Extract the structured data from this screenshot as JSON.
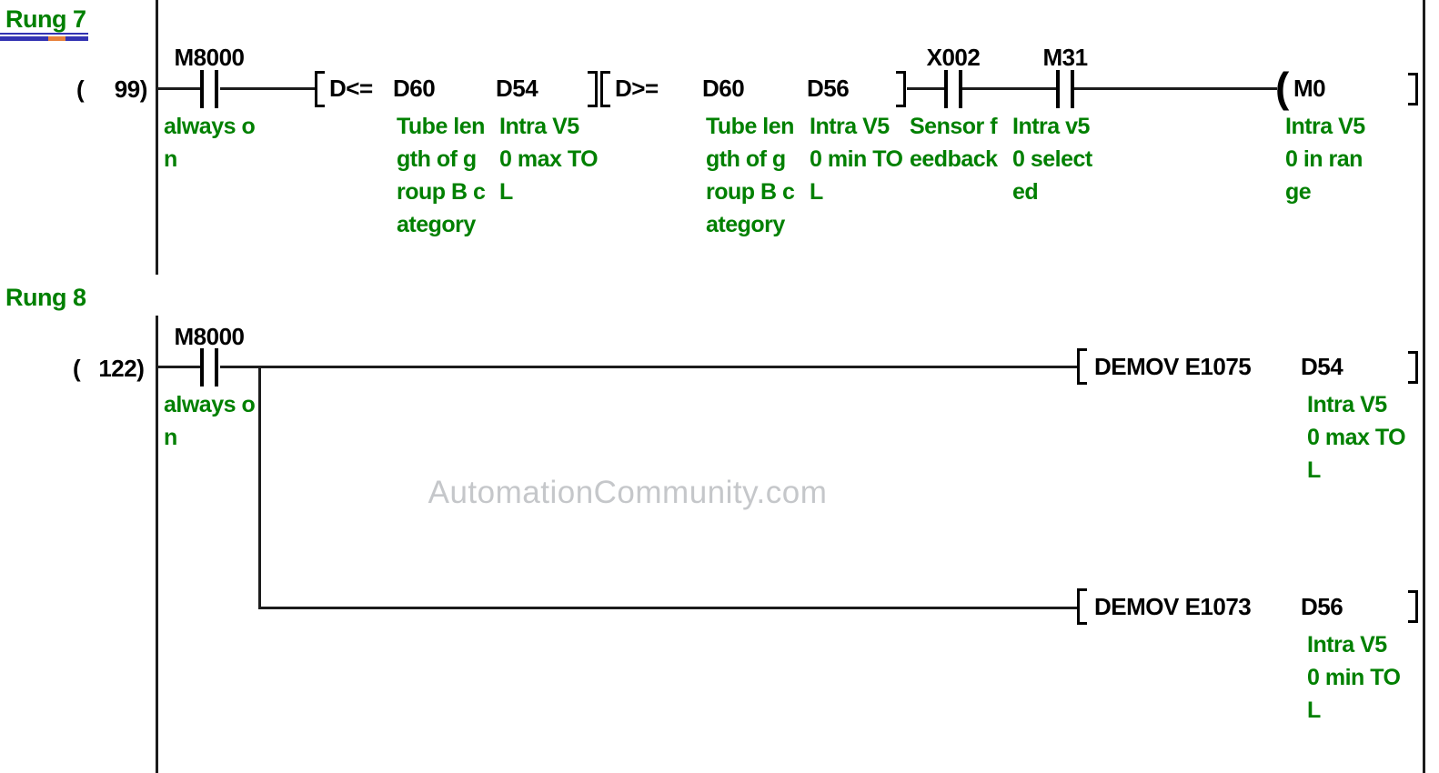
{
  "meta": {
    "watermark": "AutomationCommunity.com"
  },
  "colors": {
    "wire": "#1c1c1c",
    "device_text": "#000000",
    "comment_text": "#008000",
    "rung_label_green": "#008000",
    "link_underline_blue": "#3333b3",
    "underline_mark_orange": "#e8823c",
    "watermark_gray": "#c5c7ca",
    "background": "#ffffff"
  },
  "rung7": {
    "label": "Rung 7",
    "step_number": "(     99)",
    "contacts": [
      {
        "device": "M8000",
        "comment": "always o\nn"
      },
      {
        "device": "X002",
        "comment": "Sensor f\needback"
      },
      {
        "device": "M31",
        "comment": "Intra v5\n0 select\ned"
      }
    ],
    "compare_blocks": [
      {
        "op": "D<=",
        "operand1": "D60",
        "operand1_comment": "Tube len\ngth of g\nroup B c\nategory",
        "operand2": "D54",
        "operand2_comment": "Intra V5\n0 max TO\nL"
      },
      {
        "op": "D>=",
        "operand1": "D60",
        "operand1_comment": "Tube len\ngth of g\nroup B c\nategory",
        "operand2": "D56",
        "operand2_comment": "Intra V5\n0 min TO\nL"
      }
    ],
    "coil": {
      "paren": "(",
      "device": "M0",
      "comment": "Intra V5\n0 in ran\nge"
    }
  },
  "rung8": {
    "label": "Rung 8",
    "step_number": "(   122)",
    "contact": {
      "device": "M8000",
      "comment": "always o\nn"
    },
    "instructions": [
      {
        "mnemonic": "DEMOV E1075",
        "dest": "D54",
        "dest_comment": "Intra V5\n0 max TO\nL"
      },
      {
        "mnemonic": "DEMOV E1073",
        "dest": "D56",
        "dest_comment": "Intra V5\n0 min TO\nL"
      }
    ]
  }
}
